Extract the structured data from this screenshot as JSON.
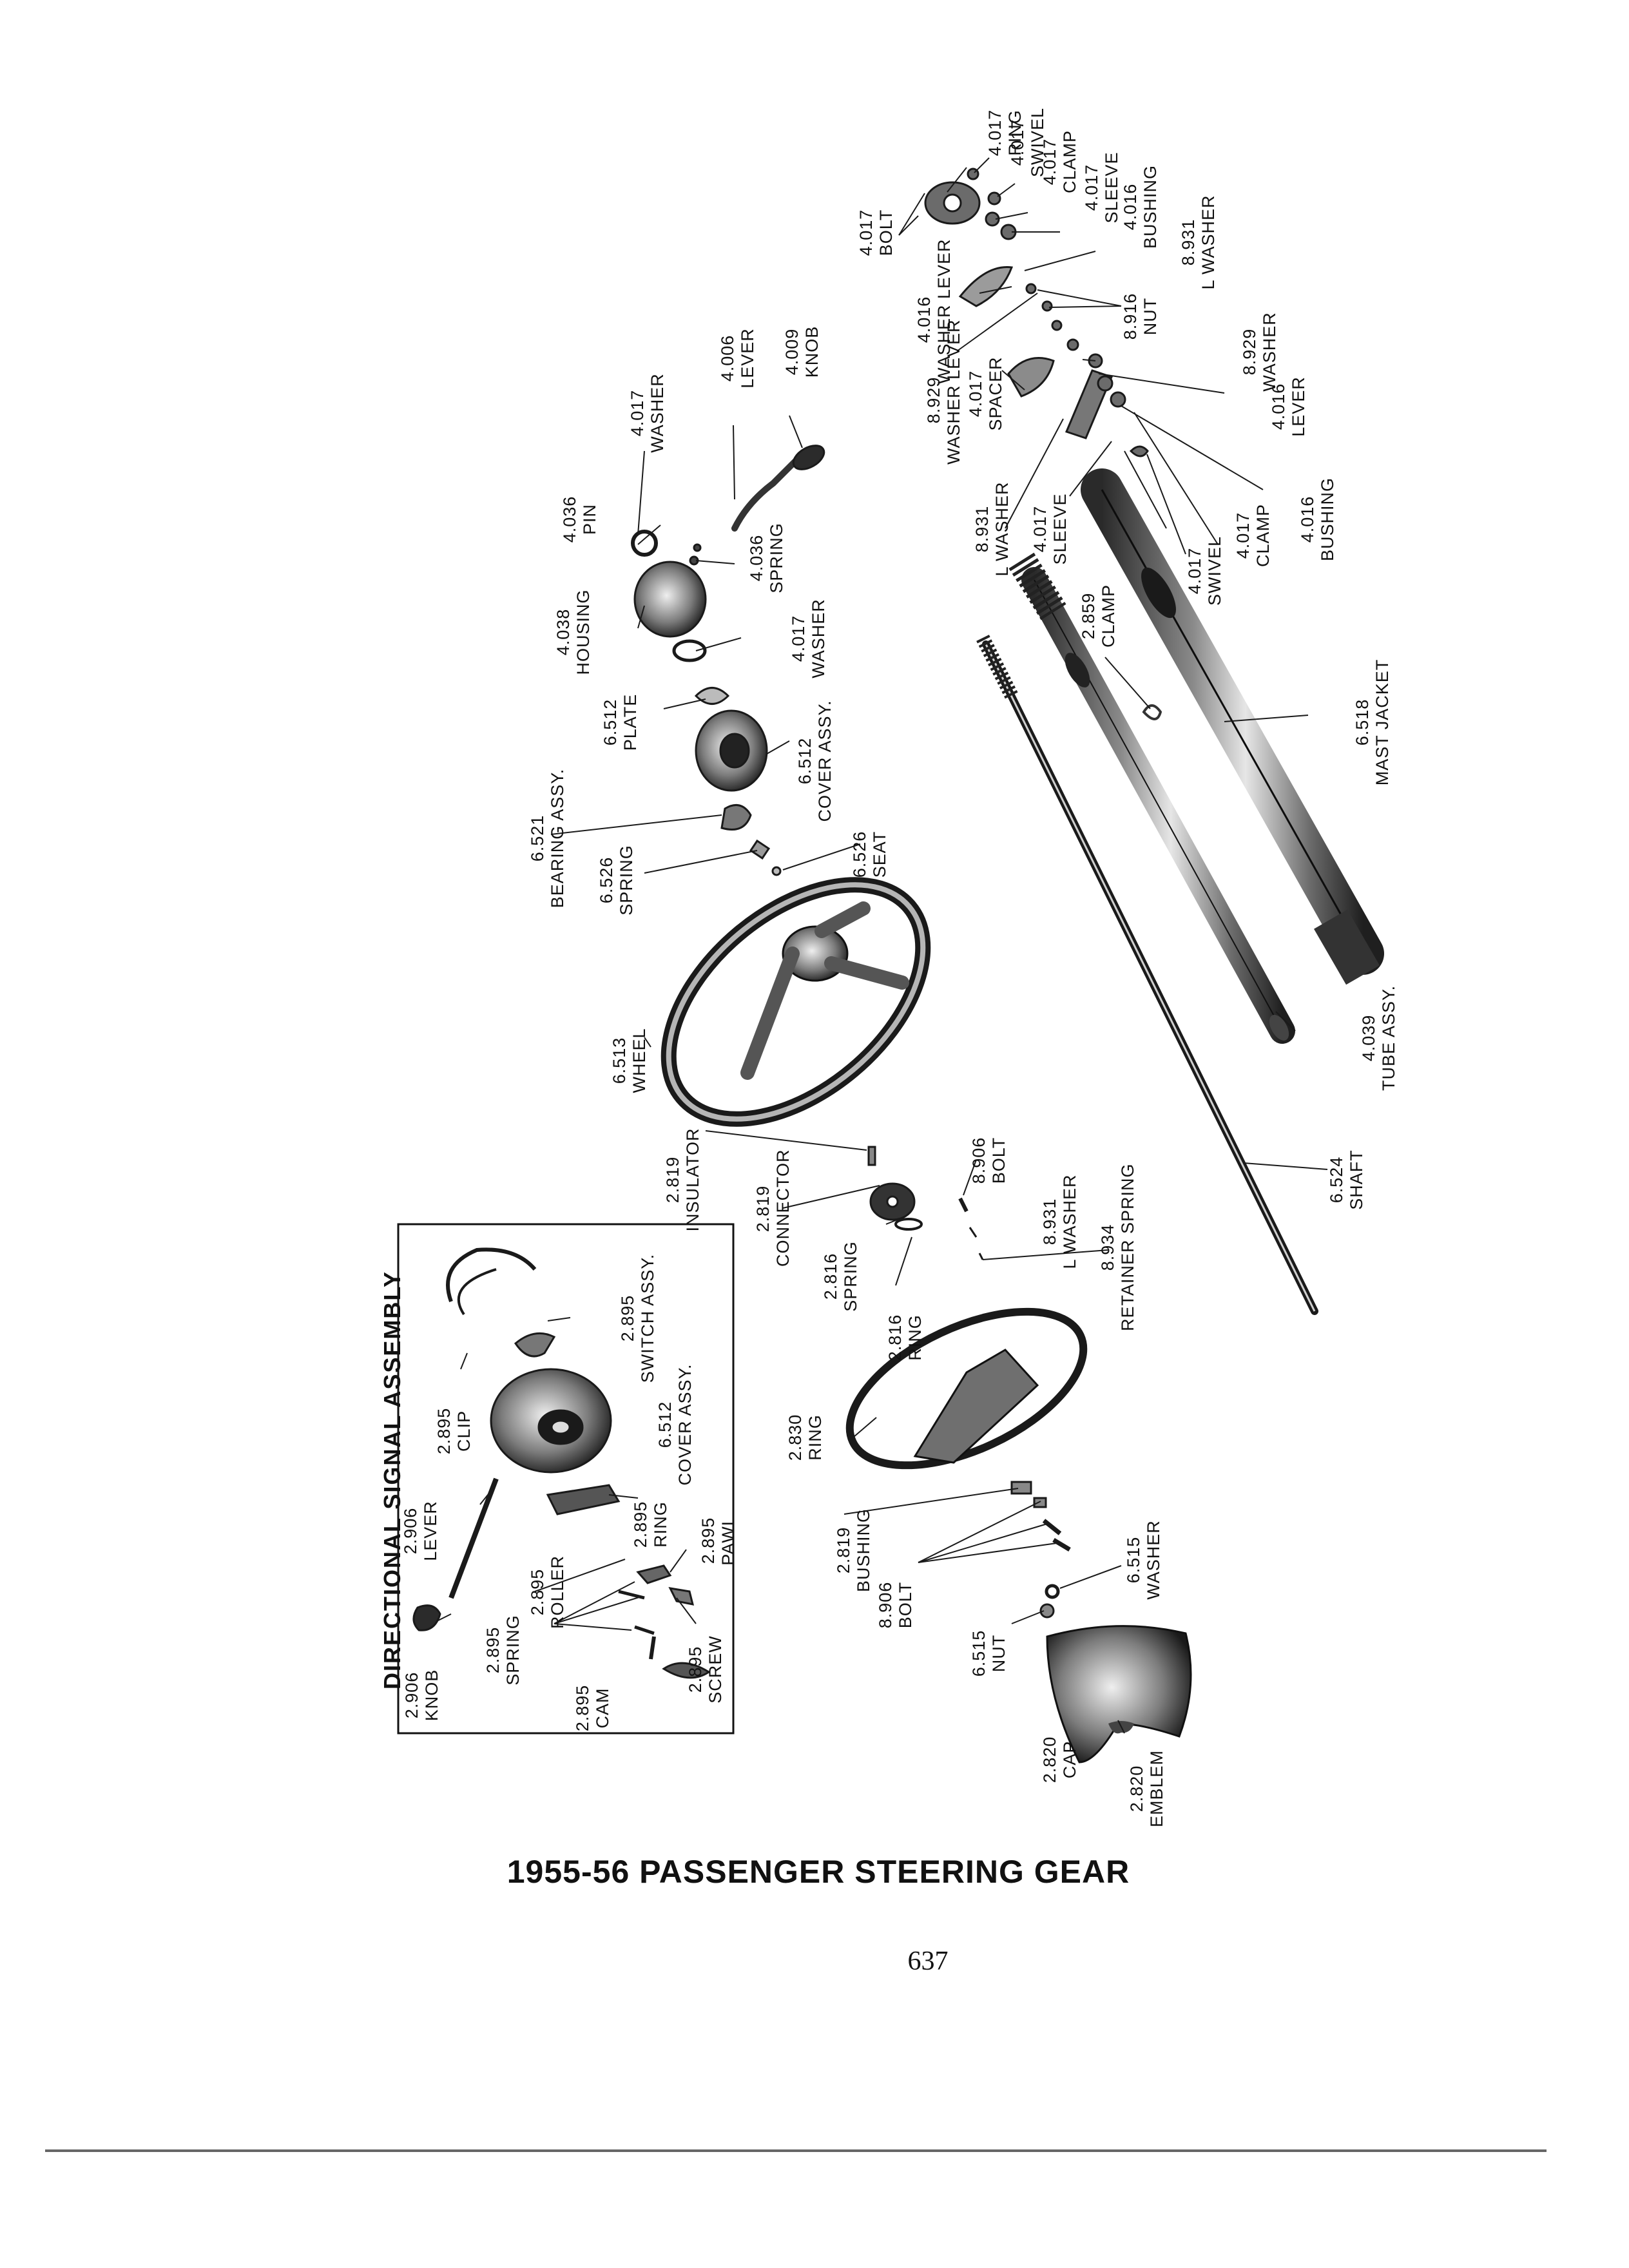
{
  "title": "1955-56 PASSENGER STEERING GEAR",
  "page_number": "637",
  "inset_title": "DIRECTIONAL SIGNAL ASSEMBLY",
  "labels": {
    "ring_4017": {
      "num": "4.017",
      "name": "RING"
    },
    "swivel_4017_top": {
      "num": "4.017",
      "name": "SWIVEL"
    },
    "clamp_4017_top": {
      "num": "4.017",
      "name": "CLAMP"
    },
    "sleeve_4017_top": {
      "num": "4.017",
      "name": "SLEEVE"
    },
    "bushing_4016_top": {
      "num": "4.016",
      "name": "BUSHING"
    },
    "lwasher_8931_top": {
      "num": "8.931",
      "name": "L WASHER"
    },
    "bolt_4017": {
      "num": "4.017",
      "name": "BOLT"
    },
    "washer_lever_4016": {
      "num": "4.016",
      "name": "WASHER LEVER"
    },
    "nut_8916": {
      "num": "8.916",
      "name": "NUT"
    },
    "washer_lever_8929": {
      "num": "8.929",
      "name": "WASHER LEVER"
    },
    "washer_8929": {
      "num": "8.929",
      "name": "WASHER"
    },
    "spacer_4017": {
      "num": "4.017",
      "name": "SPACER"
    },
    "lever_4016": {
      "num": "4.016",
      "name": "LEVER"
    },
    "lwasher_8931": {
      "num": "8.931",
      "name": "L WASHER"
    },
    "sleeve_4017": {
      "num": "4.017",
      "name": "SLEEVE"
    },
    "bushing_4016": {
      "num": "4.016",
      "name": "BUSHING"
    },
    "clamp_4017": {
      "num": "4.017",
      "name": "CLAMP"
    },
    "swivel_4017": {
      "num": "4.017",
      "name": "SWIVEL"
    },
    "clamp_2859": {
      "num": "2.859",
      "name": "CLAMP"
    },
    "mast_jacket_6518": {
      "num": "6.518",
      "name": "MAST JACKET"
    },
    "tube_assy_4039": {
      "num": "4.039",
      "name": "TUBE ASSY."
    },
    "shaft_6524": {
      "num": "6.524",
      "name": "SHAFT"
    },
    "washer_4017_top": {
      "num": "4.017",
      "name": "WASHER"
    },
    "lever_4006": {
      "num": "4.006",
      "name": "LEVER"
    },
    "knob_4009": {
      "num": "4.009",
      "name": "KNOB"
    },
    "pin_4036": {
      "num": "4.036",
      "name": "PIN"
    },
    "spring_4036": {
      "num": "4.036",
      "name": "SPRING"
    },
    "housing_4038": {
      "num": "4.038",
      "name": "HOUSING"
    },
    "washer_4017_mid": {
      "num": "4.017",
      "name": "WASHER"
    },
    "plate_6512": {
      "num": "6.512",
      "name": "PLATE"
    },
    "cover_assy_6512": {
      "num": "6.512",
      "name": "COVER ASSY."
    },
    "bearing_assy_6521": {
      "num": "6.521",
      "name": "BEARING ASSY."
    },
    "spring_6526": {
      "num": "6.526",
      "name": "SPRING"
    },
    "seat_6526": {
      "num": "6.526",
      "name": "SEAT"
    },
    "wheel_6513": {
      "num": "6.513",
      "name": "WHEEL"
    },
    "insulator_2819": {
      "num": "2.819",
      "name": "INSULATOR"
    },
    "connector_2819": {
      "num": "2.819",
      "name": "CONNECTOR"
    },
    "bolt_8906_top": {
      "num": "8.906",
      "name": "BOLT"
    },
    "lwasher_8931_low": {
      "num": "8.931",
      "name": "L WASHER"
    },
    "spring_2816": {
      "num": "2.816",
      "name": "SPRING"
    },
    "ring_2816": {
      "num": "2.816",
      "name": "RING"
    },
    "retainer_spring_8934": {
      "num": "8.934",
      "name": "RETAINER SPRING"
    },
    "ring_2830": {
      "num": "2.830",
      "name": "RING"
    },
    "bushing_2819": {
      "num": "2.819",
      "name": "BUSHING"
    },
    "bolt_8906": {
      "num": "8.906",
      "name": "BOLT"
    },
    "washer_6515": {
      "num": "6.515",
      "name": "WASHER"
    },
    "nut_6515": {
      "num": "6.515",
      "name": "NUT"
    },
    "cap_2820": {
      "num": "2.820",
      "name": "CAP"
    },
    "emblem_2820": {
      "num": "2.820",
      "name": "EMBLEM"
    },
    "switch_assy_2895": {
      "num": "2.895",
      "name": "SWITCH ASSY."
    },
    "clip_2895": {
      "num": "2.895",
      "name": "CLIP"
    },
    "cover_assy_6512_inset": {
      "num": "6.512",
      "name": "COVER ASSY."
    },
    "lever_2906": {
      "num": "2.906",
      "name": "LEVER"
    },
    "ring_2895": {
      "num": "2.895",
      "name": "RING"
    },
    "pawl_2895": {
      "num": "2.895",
      "name": "PAWL"
    },
    "roller_2895": {
      "num": "2.895",
      "name": "ROLLER"
    },
    "spring_2895": {
      "num": "2.895",
      "name": "SPRING"
    },
    "knob_2906": {
      "num": "2.906",
      "name": "KNOB"
    },
    "screw_2895": {
      "num": "2.895",
      "name": "SCREW"
    },
    "cam_2895": {
      "num": "2.895",
      "name": "CAM"
    }
  }
}
